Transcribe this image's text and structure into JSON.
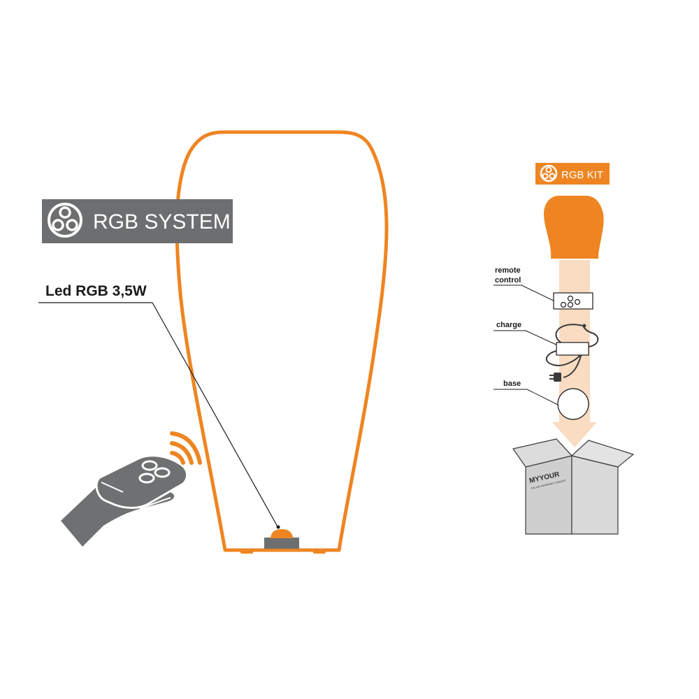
{
  "rgb_system_badge": {
    "label": "RGB SYSTEM"
  },
  "led_callout": {
    "label": "Led RGB 3,5W"
  },
  "rgb_kit_badge": {
    "label": "RGB KIT"
  },
  "kit_labels": {
    "remote_line1": "remote",
    "remote_line2": "control",
    "charge": "charge",
    "base": "base"
  },
  "box_brand": {
    "name": "MYYOUR",
    "tagline": "ITALIAN DIFFERENT CONCEPT"
  },
  "colors": {
    "orange": "#ee8522",
    "badge_gray": "#6d6e70",
    "hand_gray": "#6f7072",
    "box_gray": "#cfcfcf",
    "arrow_peach": "#f9dcc2"
  },
  "icons": [
    "rgb-icon",
    "hand-icon",
    "remote-icon",
    "signal-waves-icon",
    "cable-icon",
    "plug-icon",
    "box-icon"
  ]
}
